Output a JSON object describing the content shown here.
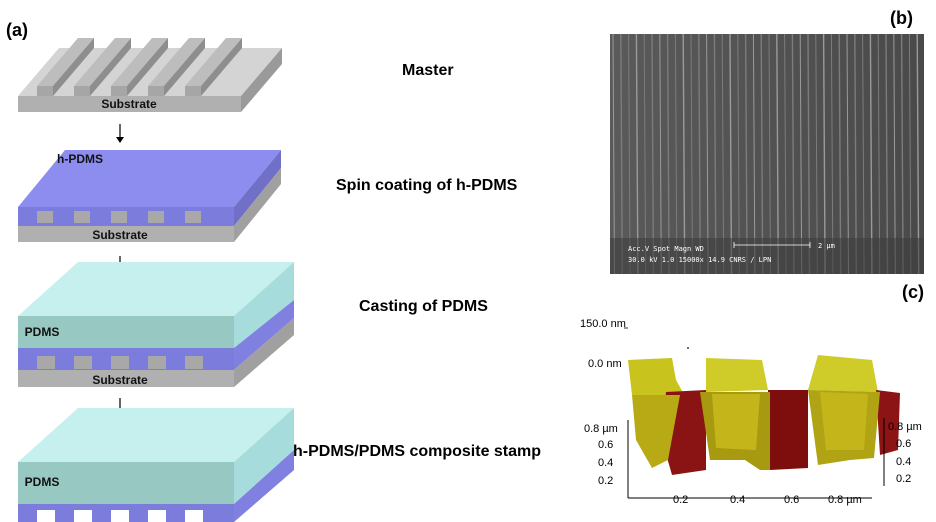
{
  "panel_labels": {
    "a": "(a)",
    "b": "(b)",
    "c": "(c)"
  },
  "steps": [
    {
      "title": "Master",
      "layers": {
        "substrate": "Substrate"
      }
    },
    {
      "title": "Spin coating of h-PDMS",
      "layers": {
        "top": "h-PDMS",
        "substrate": "Substrate"
      }
    },
    {
      "title": "Casting of PDMS",
      "layers": {
        "top": "PDMS",
        "substrate": "Substrate"
      }
    },
    {
      "title": "h-PDMS/PDMS composite stamp",
      "layers": {
        "top": "PDMS"
      }
    }
  ],
  "sem": {
    "line1": "Acc.V   Spot Magn    WD",
    "line2": "30.0 kV 1.0   15000x   14.9  CNRS / LPN",
    "scale": "2 µm"
  },
  "afm": {
    "z_top": "150.0 nm",
    "z_zero": "0.0 nm",
    "left_axis": [
      "0.8 µm",
      "0.6",
      "0.4",
      "0.2"
    ],
    "right_axis": [
      "0.8 µm",
      "0.6",
      "0.4",
      "0.2"
    ],
    "x_axis": [
      "0.2",
      "0.4",
      "0.6",
      "0.8 µm"
    ]
  },
  "colors": {
    "substrate": "#b8b8b8",
    "hpdms": "#8c8ce6",
    "pdms": "#a7d9d2",
    "afm_high": "#c8c21e",
    "afm_low": "#8a1010"
  }
}
